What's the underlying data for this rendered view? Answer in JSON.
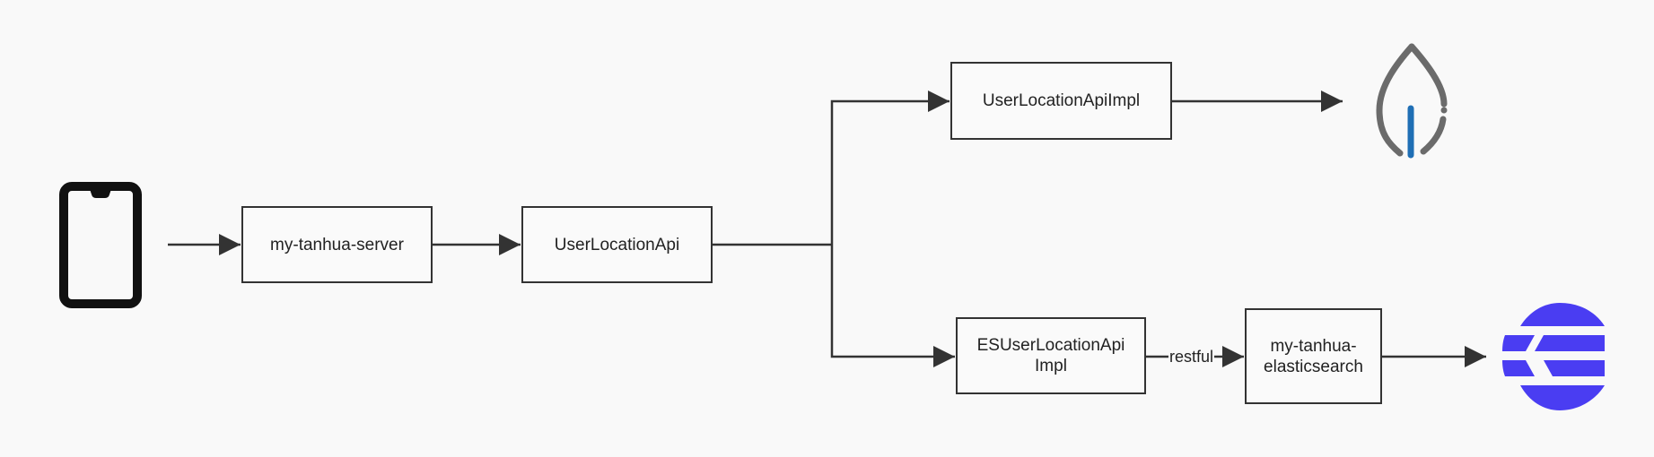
{
  "nodes": {
    "server": "my-tanhua-server",
    "api": "UserLocationApi",
    "api_impl": "UserLocationApiImpl",
    "es_impl": "ESUserLocationApi\nImpl",
    "es_service": "my-tanhua-\nelasticsearch"
  },
  "edges": {
    "restful_label": "restful"
  },
  "icons": {
    "client": "smartphone-icon",
    "mongodb": "mongodb-leaf-icon",
    "elasticsearch": "elasticsearch-icon"
  },
  "colors": {
    "line": "#333333",
    "mongodb_blue": "#1f6fb5",
    "mongodb_gray": "#6b6b6b",
    "elasticsearch": "#4a3df2"
  }
}
